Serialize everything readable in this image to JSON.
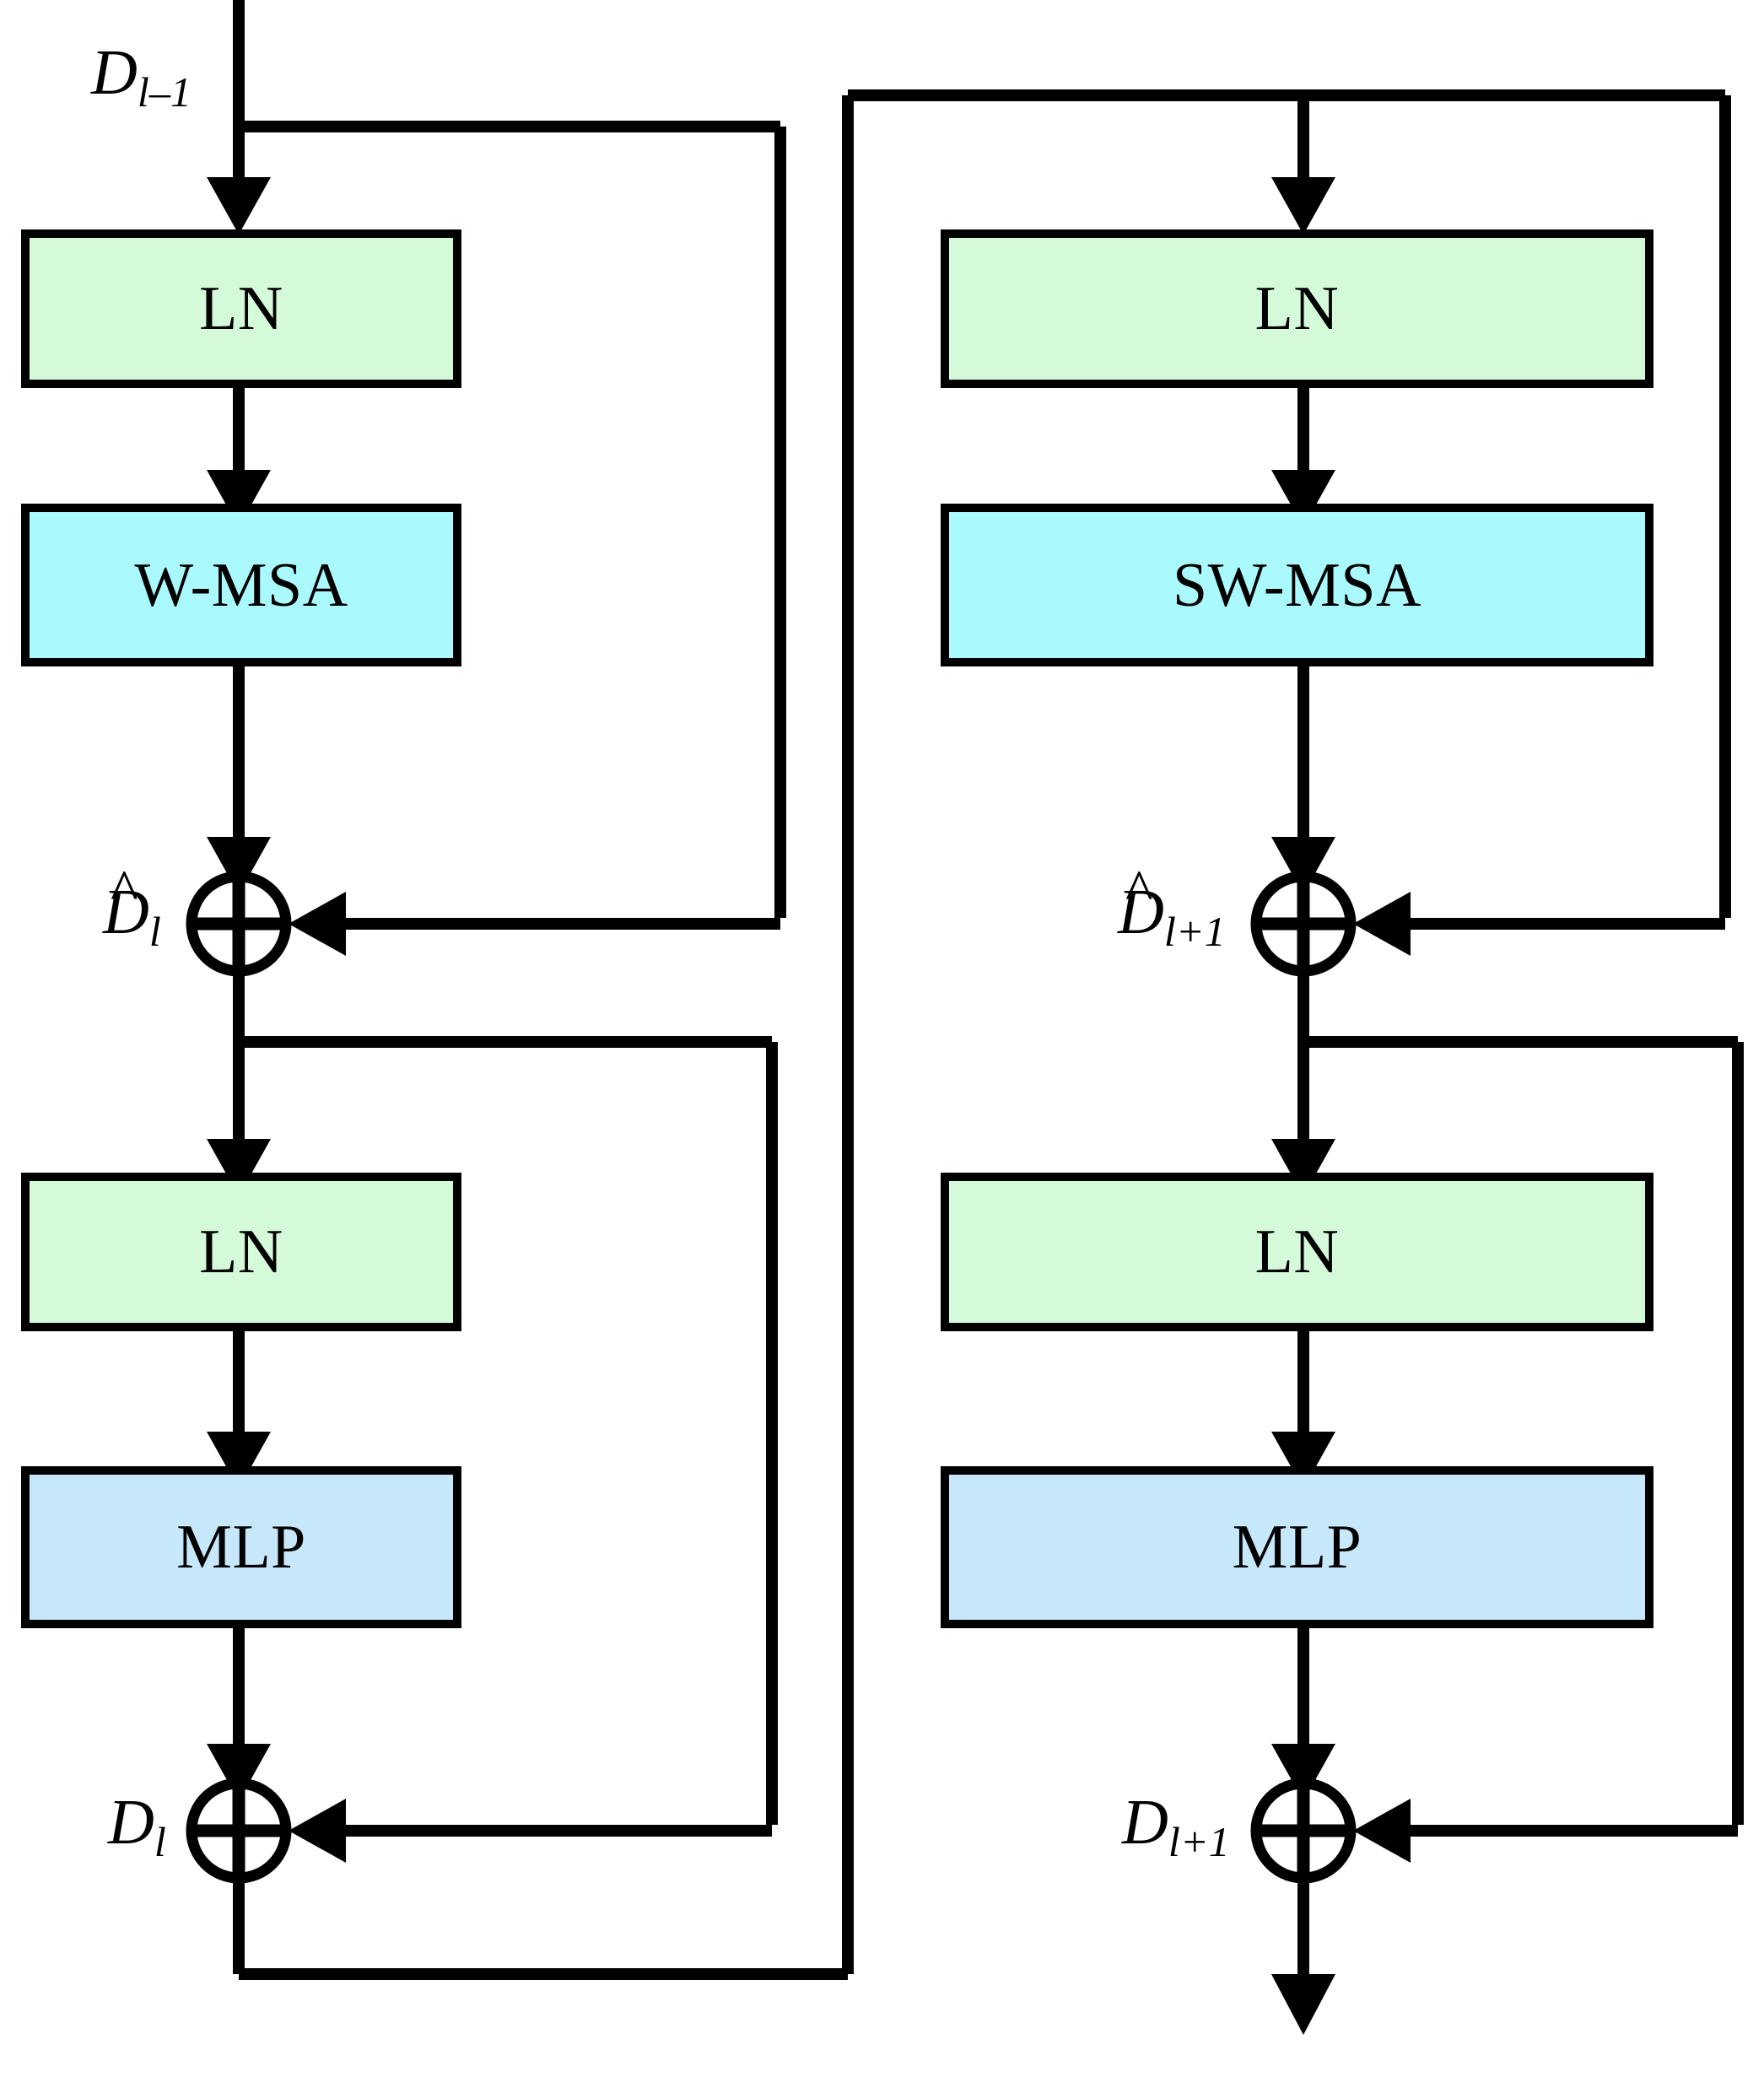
{
  "figure": {
    "title": "Swin Transformer block pair (W-MSA and SW-MSA)",
    "colors": {
      "layernorm_fill": "#d5fad9",
      "attention_fill": "#aaf9fd",
      "mlp_fill": "#c6e8fa",
      "stroke": "#000000",
      "background": "#ffffff"
    }
  },
  "blocks": {
    "left": {
      "input_label": {
        "base": "D",
        "sub": "l–1",
        "hat": false,
        "text": "D_{l-1}"
      },
      "nodes": [
        {
          "id": "ln1",
          "label": "LN",
          "kind": "layernorm"
        },
        {
          "id": "wmsa",
          "label": "W-MSA",
          "kind": "attention"
        },
        {
          "id": "ln2",
          "label": "LN",
          "kind": "layernorm"
        },
        {
          "id": "mlp",
          "label": "MLP",
          "kind": "mlp"
        }
      ],
      "sum1_label": {
        "base": "D",
        "sub": "l",
        "hat": true,
        "text": "\\hat{D}_{l}"
      },
      "sum2_label": {
        "base": "D",
        "sub": "l",
        "hat": false,
        "text": "D_{l}"
      },
      "sum_operator": "plus"
    },
    "right": {
      "nodes": [
        {
          "id": "ln3",
          "label": "LN",
          "kind": "layernorm"
        },
        {
          "id": "swmsa",
          "label": "SW-MSA",
          "kind": "attention"
        },
        {
          "id": "ln4",
          "label": "LN",
          "kind": "layernorm"
        },
        {
          "id": "mlp2",
          "label": "MLP",
          "kind": "mlp"
        }
      ],
      "sum1_label": {
        "base": "D",
        "sub": "l+1",
        "hat": true,
        "text": "\\hat{D}_{l+1}"
      },
      "sum2_label": {
        "base": "D",
        "sub": "l+1",
        "hat": false,
        "text": "D_{l+1}"
      },
      "sum_operator": "plus"
    }
  },
  "labels": {
    "input_d_prev_base": "D",
    "input_d_prev_sub": "l–1",
    "hat_d_l_base": "D",
    "hat_d_l_sub": "l",
    "d_l_base": "D",
    "d_l_sub": "l",
    "hat_d_l1_base": "D",
    "hat_d_l1_sub": "l+1",
    "d_l1_base": "D",
    "d_l1_sub": "l+1",
    "hat_glyph": "^"
  },
  "node_text": {
    "ln1": "LN",
    "wmsa": "W-MSA",
    "ln2": "LN",
    "mlp1": "MLP",
    "ln3": "LN",
    "swmsa": "SW-MSA",
    "ln4": "LN",
    "mlp2": "MLP"
  }
}
